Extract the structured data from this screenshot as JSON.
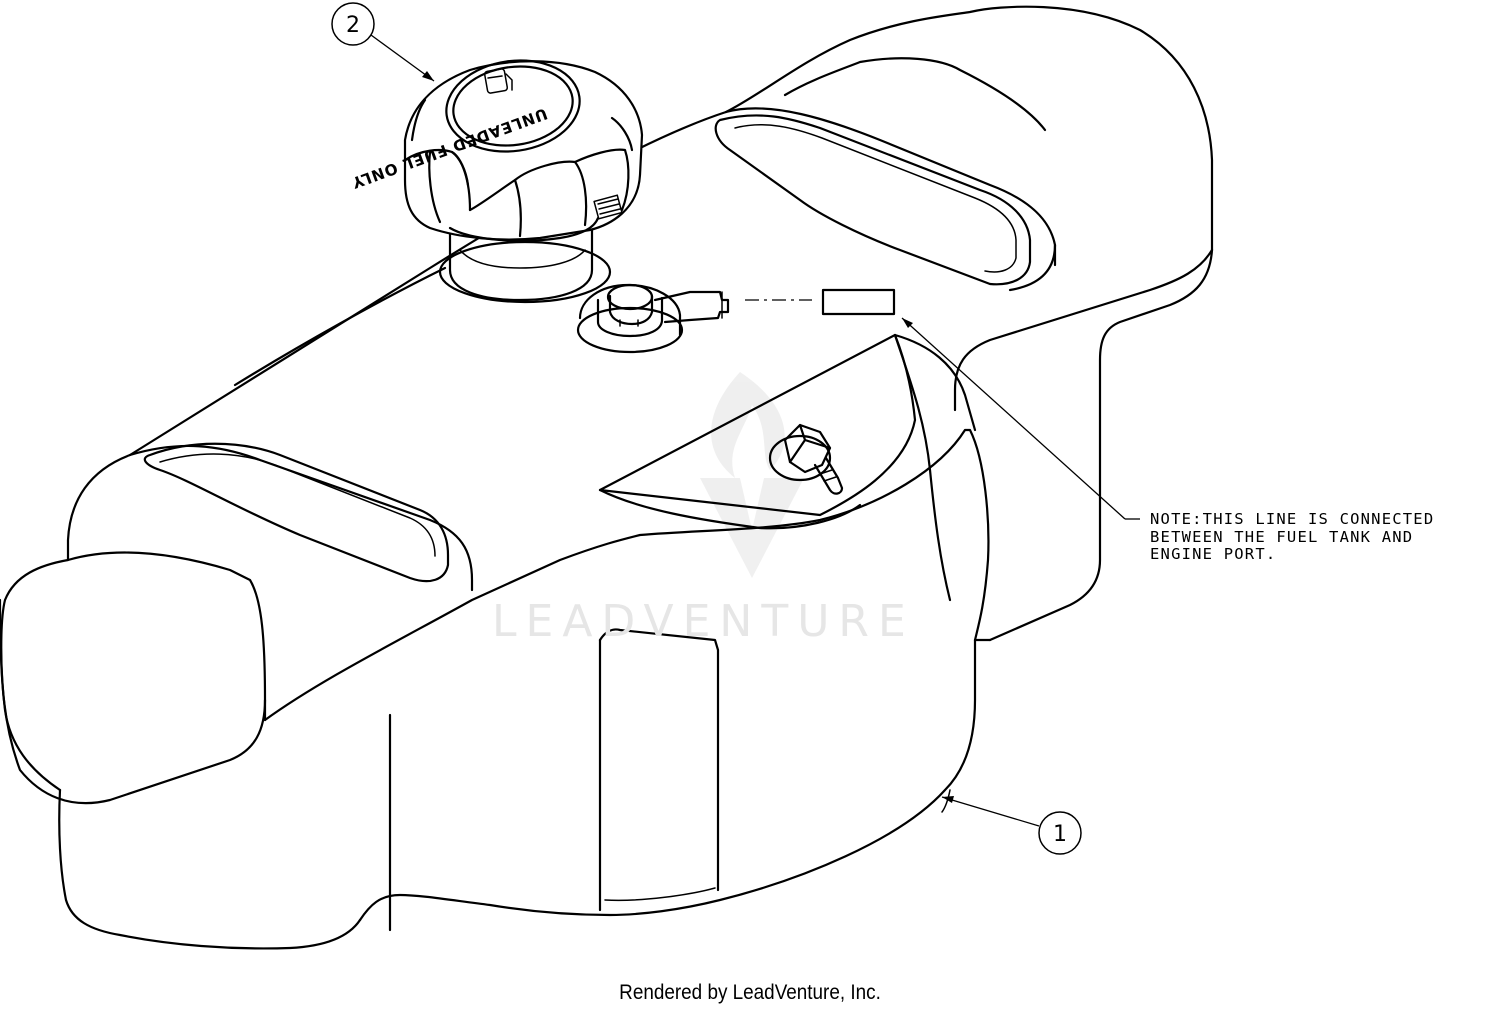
{
  "callouts": [
    {
      "number": "2",
      "part": "fuel cap"
    },
    {
      "number": "1",
      "part": "fuel tank"
    }
  ],
  "cap_label": "UNLEADED FUEL ONLY",
  "note": {
    "lines": [
      "NOTE:THIS LINE IS CONNECTED",
      "BETWEEN THE FUEL TANK AND",
      "ENGINE PORT."
    ]
  },
  "watermark": "LEADVENTURE",
  "footer": "Rendered by LeadVenture, Inc."
}
